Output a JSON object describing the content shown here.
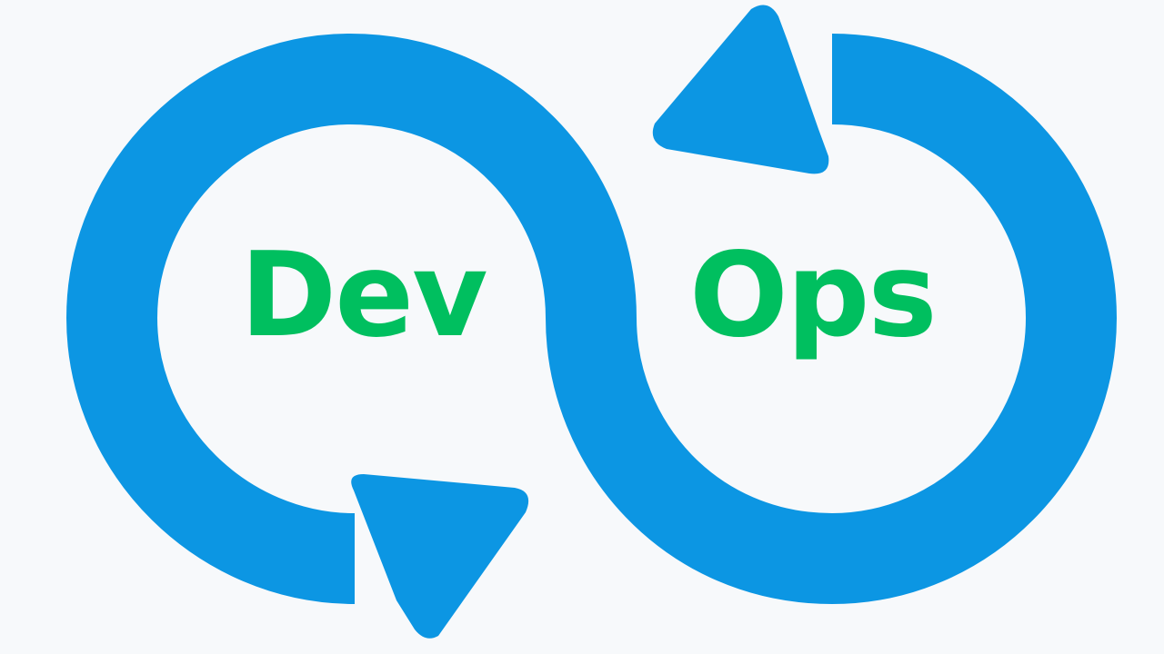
{
  "logo": {
    "left_word": "Dev",
    "right_word": "Ops"
  },
  "colors": {
    "loop": "#0c96e3",
    "text": "#00bf5f",
    "background": "#f7f9fb"
  },
  "icons": {
    "loop": "infinity-cycle-arrows",
    "arrow_bottom": "arrowhead-right",
    "arrow_top": "arrowhead-left"
  }
}
